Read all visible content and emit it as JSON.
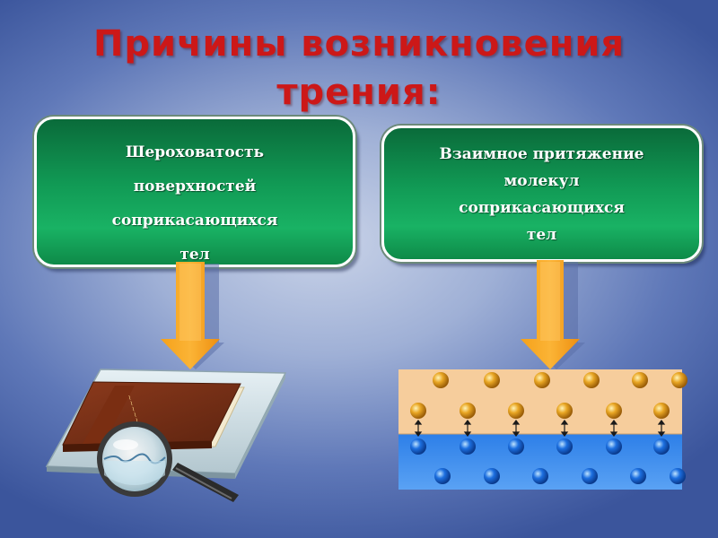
{
  "title": {
    "line1": "Причины возникновения",
    "line2": "трения:"
  },
  "cause_left": {
    "lines": [
      "Шероховатость",
      "поверхностей",
      "соприкасающихся",
      "тел"
    ]
  },
  "cause_right": {
    "lines": [
      "Взаимное притяжение",
      "молекул",
      "соприкасающихся",
      "тел"
    ]
  },
  "colors": {
    "title": "#cc1818",
    "box": "#119a55",
    "arrow": "#f7a21b",
    "molecule_top": "#e9a623",
    "molecule_bottom": "#1c6fe0",
    "layer_top": "#f6cd9c",
    "layer_bottom": "#3f8ff0"
  },
  "icons": {
    "left_picture": "book-under-magnifier-icon",
    "right_picture": "molecule-layers-icon"
  }
}
